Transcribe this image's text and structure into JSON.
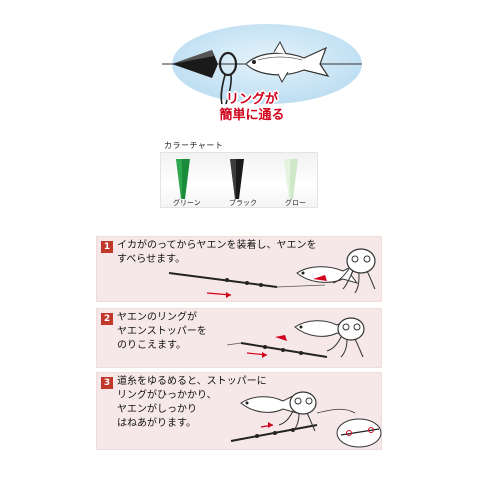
{
  "top": {
    "ring_caption": [
      "リングが",
      "簡単に通る"
    ]
  },
  "color_chart": {
    "title": "カラーチャート",
    "swatches": [
      {
        "label": "グリーン",
        "color": "#1a8c3a"
      },
      {
        "label": "ブラック",
        "color": "#1a1a1a"
      },
      {
        "label": "グロー",
        "color": "#cfe8c8"
      }
    ]
  },
  "steps": [
    {
      "number": "1",
      "text": "イカがのってからヤエンを装着し、ヤエンを\nすべらせます。"
    },
    {
      "number": "2",
      "text": "ヤエンのリングが\nヤエンストッパーを\nのりこえます。"
    },
    {
      "number": "3",
      "text": "道糸をゆるめると、ストッパーに\nリングがひっかかり、\nヤエンがしっかり\nはねあがります。"
    }
  ],
  "colors": {
    "accent_red": "#c0392b",
    "panel_bg": "#f6e8e8",
    "ellipse_blue": "#cfe7f5"
  }
}
